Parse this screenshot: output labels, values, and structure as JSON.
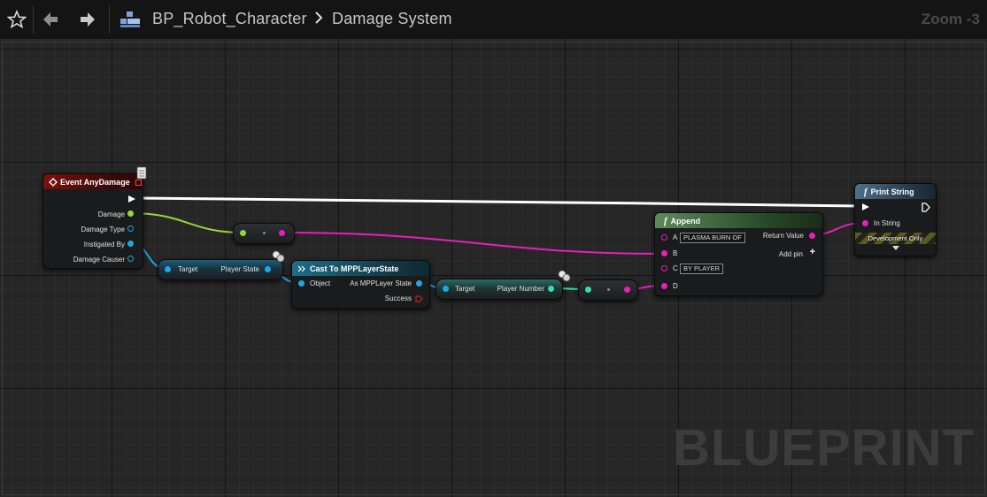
{
  "toolbar": {
    "blueprint_name": "BP_Robot_Character",
    "graph_name": "Damage System",
    "zoom_label": "Zoom -3"
  },
  "watermark": "BLUEPRINT",
  "colors": {
    "exec": "#ffffff",
    "float": "#9ad63a",
    "string": "#e81fbd",
    "object": "#20a7e8",
    "integer": "#30e0b0",
    "cast_fail": "#c82020"
  },
  "nodes": {
    "event_any_damage": {
      "title": "Event AnyDamage",
      "pins": [
        "Damage",
        "Damage Type",
        "Instigated By",
        "Damage Causer"
      ]
    },
    "get_player_state": {
      "target_label": "Target",
      "output_label": "Player State"
    },
    "cast": {
      "title": "Cast To MPPLayerState",
      "object_label": "Object",
      "as_label": "As MPPLayer State",
      "success_label": "Success"
    },
    "get_player_number": {
      "target_label": "Target",
      "output_label": "Player Number"
    },
    "append": {
      "title": "Append",
      "a_label": "A",
      "a_value": "PLASMA BURN OF",
      "b_label": "B",
      "c_label": "C",
      "c_value": "BY PLAYER",
      "d_label": "D",
      "return_label": "Return Value",
      "add_pin_label": "Add pin"
    },
    "print_string": {
      "title": "Print String",
      "in_string_label": "In String",
      "dev_only_label": "Development Only"
    }
  }
}
